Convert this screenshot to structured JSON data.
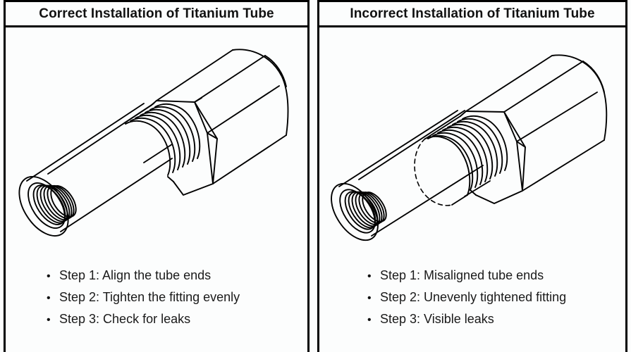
{
  "document": {
    "background_color": "#fcfdfd",
    "line_color": "#000000",
    "text_color": "#1a1a1a"
  },
  "panels": [
    {
      "id": "correct",
      "title": "Correct Installation of Titanium Tube",
      "figure_name": "isometric-tube-fitting-correct",
      "figure_caption": "Isometric line drawing of a threaded titanium tube joined squarely into a hex coupling",
      "bullet_glyph": "•",
      "steps": [
        "Step 1: Align the tube ends",
        "Step 2: Tighten the fitting evenly",
        "Step 3: Check for leaks"
      ]
    },
    {
      "id": "incorrect",
      "title": "Incorrect Installation of Titanium Tube",
      "figure_name": "isometric-tube-fitting-incorrect",
      "figure_caption": "Isometric line drawing of a threaded titanium tube seated crookedly, with a dashed hidden edge showing the gap",
      "bullet_glyph": "•",
      "steps": [
        "Step 1: Misaligned tube ends",
        "Step 2: Unevenly tightened fitting",
        "Step 3: Visible leaks"
      ]
    }
  ]
}
